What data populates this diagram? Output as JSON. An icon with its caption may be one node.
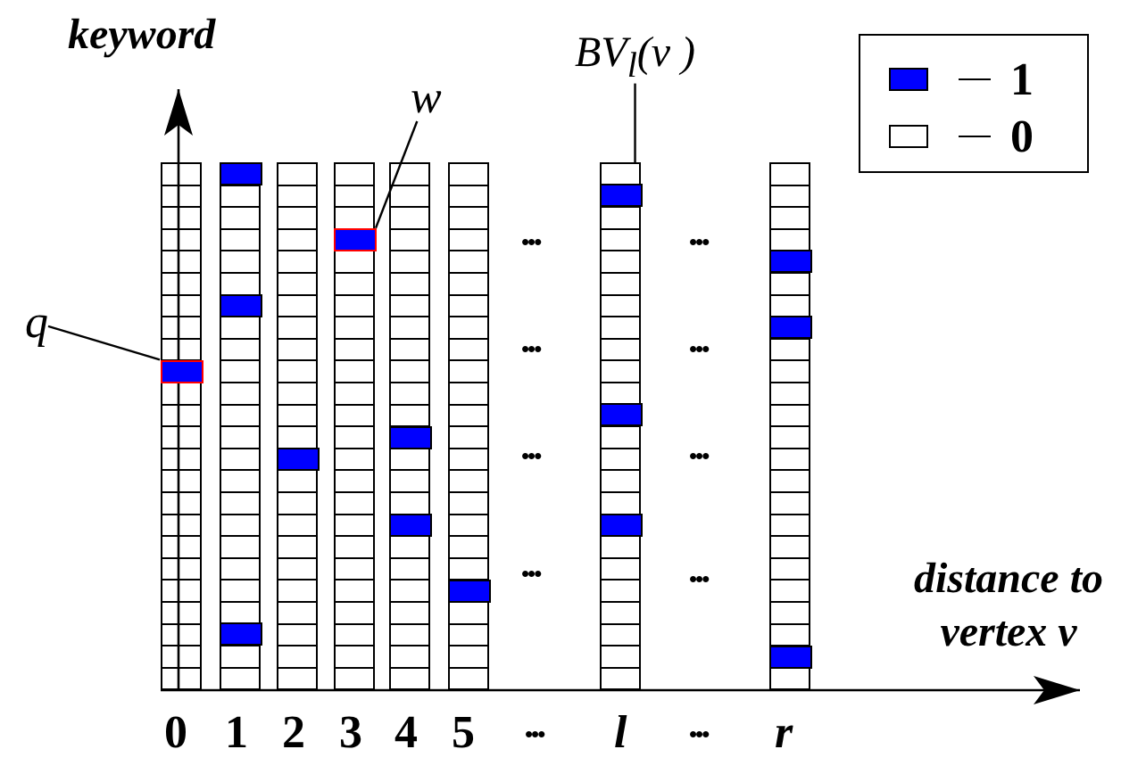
{
  "diagram": {
    "nodes": [
      {
        "text": [
          "BV$_{l}$(v )"
        ]
      },
      {
        "text": [
          "w"
        ]
      },
      {
        "text": [
          "q"
        ]
      },
      {
        "text": [],
        "shape": "bar"
      },
      {
        "text": [],
        "shape": "bar"
      },
      {
        "text": [],
        "shape": "bar"
      },
      {
        "text": [],
        "shape": "bar"
      },
      {
        "text": [],
        "shape": "bar"
      },
      {
        "text": [],
        "shape": "bar"
      },
      {
        "text": [],
        "shape": "bar"
      },
      {
        "text": [],
        "shape": "bar"
      },
      {
        "text": [],
        "shape": "box",
        "in": 3
      },
      {
        "text": [],
        "shape": "box",
        "in": 6
      }
    ],
    "edges": [
      {
        "from": 0,
        "to": 9,
        "arrow": "none"
      },
      {
        "from": 1,
        "to": 12,
        "arrow": "none"
      },
      {
        "from": 2,
        "to": 11,
        "arrow": "none"
      }
    ],
    "labels": [
      "keyword",
      "•••",
      "•••",
      "•••",
      "•••",
      "•••",
      "•••",
      "•••",
      "•••",
      "distance to vertex v",
      "0",
      "1",
      "2",
      "3",
      "4",
      "5",
      "•••",
      "l",
      "•••",
      "r"
    ],
    "legend": [
      {
        "text": "1",
        "color": "#0000ff"
      },
      {
        "text": "0",
        "color": "#ffffff"
      }
    ]
  }
}
